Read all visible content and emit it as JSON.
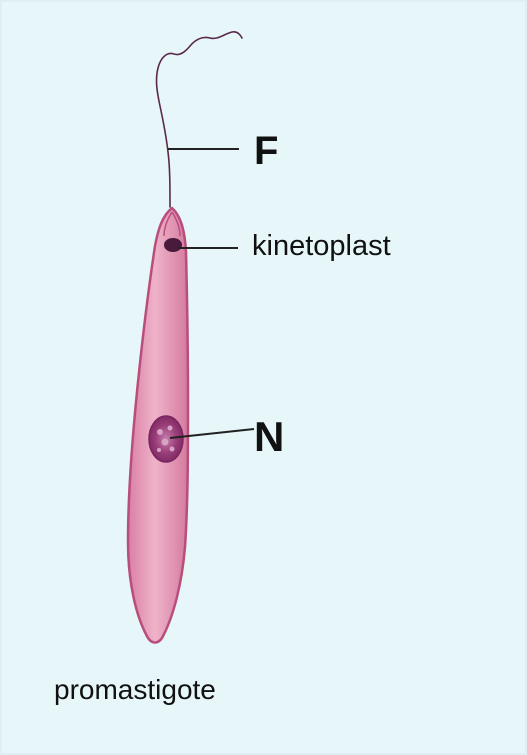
{
  "labels": {
    "flagellum": "F",
    "kinetoplast": "kinetoplast",
    "nucleus": "N",
    "caption": "promastigote"
  },
  "colors": {
    "background": "#e6f6f9",
    "cell_body": "#e596b3",
    "cell_outline": "#b94e7c",
    "nucleus": "#8a2f68",
    "kinetoplast": "#4a1a3c",
    "flagellum": "#5a2a4a",
    "leader_line": "#222222",
    "text": "#111111"
  }
}
